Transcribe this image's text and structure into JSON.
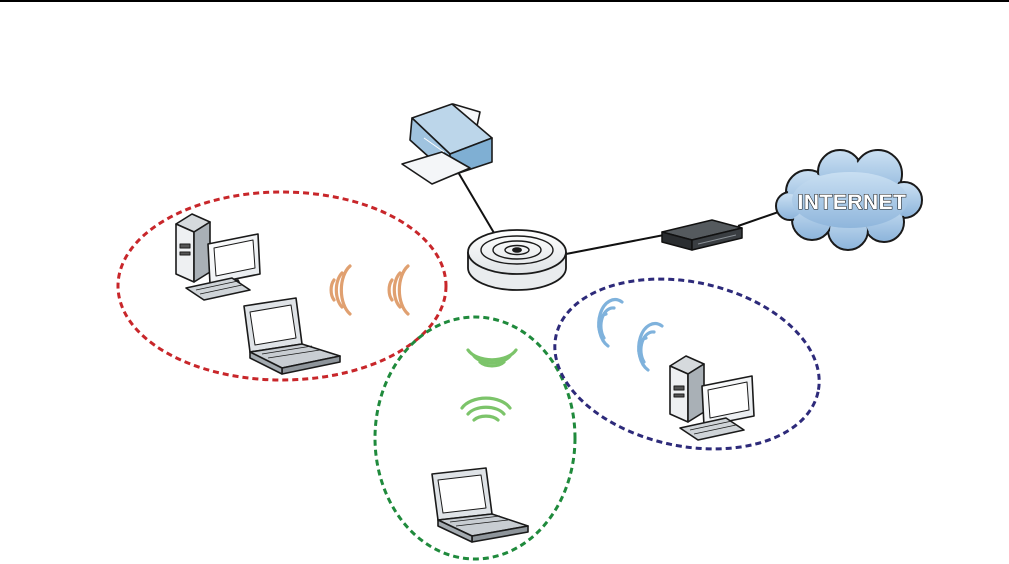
{
  "diagram": {
    "internet_label": "INTERNET",
    "nodes": [
      {
        "id": "printer",
        "icon": "printer-icon"
      },
      {
        "id": "access-point",
        "icon": "access-point-icon"
      },
      {
        "id": "modem",
        "icon": "modem-icon"
      },
      {
        "id": "internet-cloud",
        "icon": "cloud-icon"
      },
      {
        "id": "red-desktop",
        "icon": "desktop-computer-icon"
      },
      {
        "id": "red-laptop",
        "icon": "laptop-icon"
      },
      {
        "id": "green-laptop",
        "icon": "laptop-icon"
      },
      {
        "id": "blue-desktop",
        "icon": "desktop-computer-icon"
      }
    ],
    "groups": [
      {
        "id": "red-group",
        "color": "#c8262a"
      },
      {
        "id": "green-group",
        "color": "#1f8a3c"
      },
      {
        "id": "blue-group",
        "color": "#2d2a7a"
      }
    ],
    "signal_colors": {
      "red": "#e0a070",
      "green": "#7cc46a",
      "blue": "#7fb2dc"
    }
  }
}
